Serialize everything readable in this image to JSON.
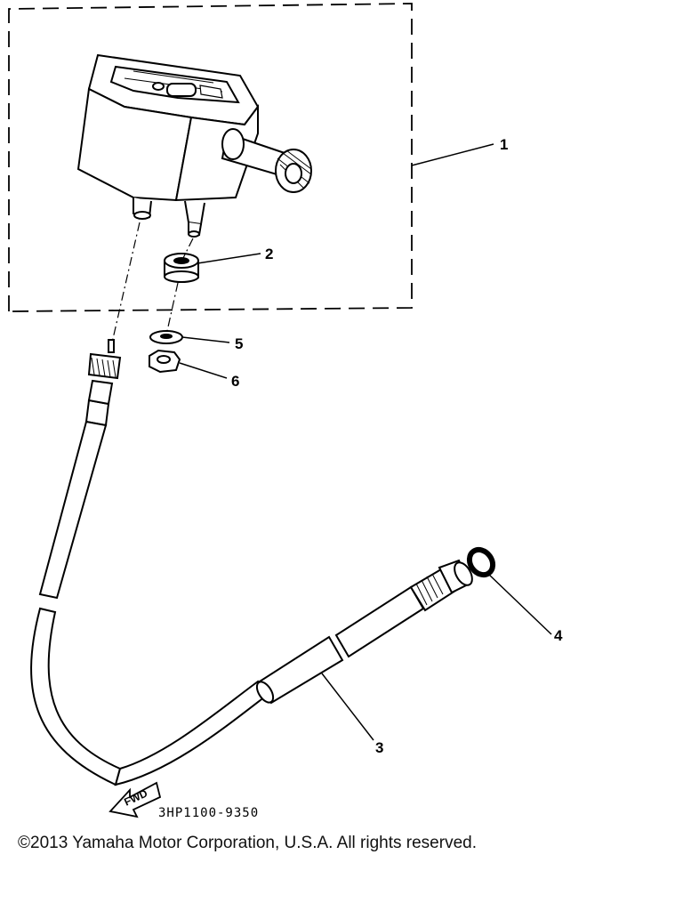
{
  "callouts": {
    "part_1": "1",
    "part_2": "2",
    "part_3": "3",
    "part_4": "4",
    "part_5": "5",
    "part_6": "6"
  },
  "fwd_label": "FWD",
  "diagram_code": "3HP1100-9350",
  "copyright": "©2013 Yamaha Motor Corporation, U.S.A. All rights reserved."
}
